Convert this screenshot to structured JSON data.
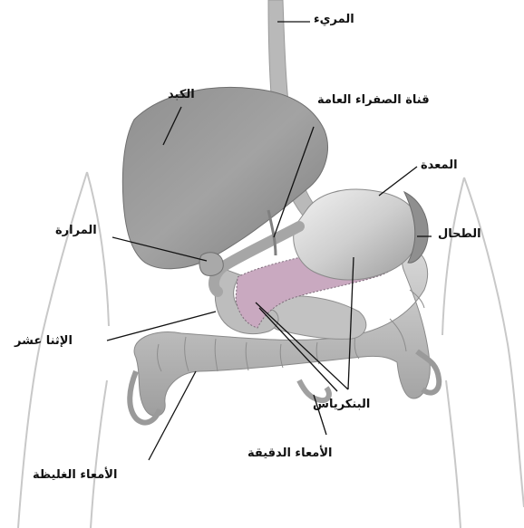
{
  "labels": {
    "esophagus": "المريء",
    "liver": "الكبد",
    "common_bile_duct": "قناة الصفراء العامة",
    "stomach": "المعدة",
    "spleen": "الطحال",
    "gallbladder": "المرارة",
    "duodenum": "الإثنا عشر",
    "pancreas": "البنكرياس",
    "small_intestine": "الأمعاء الدقيقة",
    "large_intestine": "الأمعاء الغليظة"
  },
  "colors": {
    "organ_gray": "#9a9a9a",
    "organ_light": "#c9c9c9",
    "organ_highlight": "#e6e6e6",
    "pancreas_pink": "#c9a9c0",
    "body_outline": "#c8c8c8",
    "leader_line": "#111111"
  }
}
